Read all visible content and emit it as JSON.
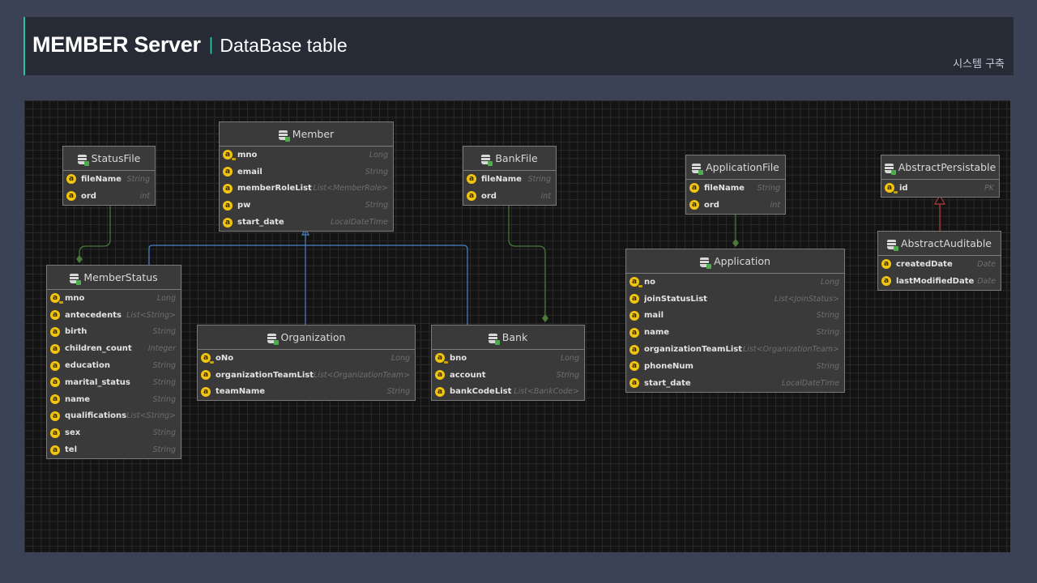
{
  "header": {
    "title": "MEMBER Server",
    "separator": "|",
    "subtitle": "DataBase table",
    "tag": "시스템 구축"
  },
  "colors": {
    "accent": "#2fc1a8",
    "composition_line": "#4a7a3a",
    "association_line": "#4a82c4",
    "inheritance_line": "#b33a3a"
  },
  "entities": {
    "member": {
      "name": "Member",
      "fields": [
        {
          "name": "mno",
          "type": "Long",
          "key": true
        },
        {
          "name": "email",
          "type": "String",
          "key": false
        },
        {
          "name": "memberRoleList",
          "type": "List<MemberRole>",
          "key": false
        },
        {
          "name": "pw",
          "type": "String",
          "key": false
        },
        {
          "name": "start_date",
          "type": "LocalDateTime",
          "key": false
        }
      ]
    },
    "status_file": {
      "name": "StatusFile",
      "fields": [
        {
          "name": "fileName",
          "type": "String",
          "key": false
        },
        {
          "name": "ord",
          "type": "int",
          "key": false
        }
      ]
    },
    "bank_file": {
      "name": "BankFile",
      "fields": [
        {
          "name": "fileName",
          "type": "String",
          "key": false
        },
        {
          "name": "ord",
          "type": "int",
          "key": false
        }
      ]
    },
    "application_file": {
      "name": "ApplicationFile",
      "fields": [
        {
          "name": "fileName",
          "type": "String",
          "key": false
        },
        {
          "name": "ord",
          "type": "int",
          "key": false
        }
      ]
    },
    "abstract_persistable": {
      "name": "AbstractPersistable",
      "fields": [
        {
          "name": "id",
          "type": "PK",
          "key": true
        }
      ]
    },
    "abstract_auditable": {
      "name": "AbstractAuditable",
      "fields": [
        {
          "name": "createdDate",
          "type": "Date",
          "key": false
        },
        {
          "name": "lastModifiedDate",
          "type": "Date",
          "key": false
        }
      ]
    },
    "member_status": {
      "name": "MemberStatus",
      "fields": [
        {
          "name": "mno",
          "type": "Long",
          "key": true
        },
        {
          "name": "antecedents",
          "type": "List<String>",
          "key": false
        },
        {
          "name": "birth",
          "type": "String",
          "key": false
        },
        {
          "name": "children_count",
          "type": "Integer",
          "key": false
        },
        {
          "name": "education",
          "type": "String",
          "key": false
        },
        {
          "name": "marital_status",
          "type": "String",
          "key": false
        },
        {
          "name": "name",
          "type": "String",
          "key": false
        },
        {
          "name": "qualifications",
          "type": "List<String>",
          "key": false
        },
        {
          "name": "sex",
          "type": "String",
          "key": false
        },
        {
          "name": "tel",
          "type": "String",
          "key": false
        }
      ]
    },
    "organization": {
      "name": "Organization",
      "fields": [
        {
          "name": "oNo",
          "type": "Long",
          "key": true
        },
        {
          "name": "organizationTeamList",
          "type": "List<OrganizationTeam>",
          "key": false
        },
        {
          "name": "teamName",
          "type": "String",
          "key": false
        }
      ]
    },
    "bank": {
      "name": "Bank",
      "fields": [
        {
          "name": "bno",
          "type": "Long",
          "key": true
        },
        {
          "name": "account",
          "type": "String",
          "key": false
        },
        {
          "name": "bankCodeList",
          "type": "List<BankCode>",
          "key": false
        }
      ]
    },
    "application": {
      "name": "Application",
      "fields": [
        {
          "name": "no",
          "type": "Long",
          "key": true
        },
        {
          "name": "joinStatusList",
          "type": "List<JoinStatus>",
          "key": false
        },
        {
          "name": "mail",
          "type": "String",
          "key": false
        },
        {
          "name": "name",
          "type": "String",
          "key": false
        },
        {
          "name": "organizationTeamList",
          "type": "List<OrganizationTeam>",
          "key": false
        },
        {
          "name": "phoneNum",
          "type": "String",
          "key": false
        },
        {
          "name": "start_date",
          "type": "LocalDateTime",
          "key": false
        }
      ]
    }
  }
}
